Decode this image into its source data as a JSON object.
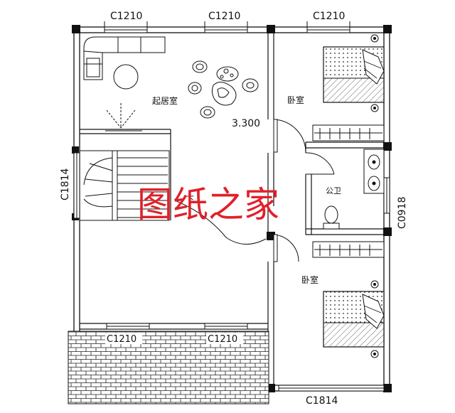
{
  "window_labels": {
    "top_left": "C1210",
    "top_middle": "C1210",
    "top_right": "C1210",
    "left_side": "C1814",
    "right_side": "C0918",
    "bottom_right": "C1814",
    "lower_left": "C1210",
    "lower_middle": "C1210"
  },
  "rooms": {
    "living": "起居室",
    "bedroom_top": "卧室",
    "bathroom": "公卫",
    "bedroom_bottom": "卧室"
  },
  "elevation": "3.300",
  "stair_direction": "下",
  "watermark": "图纸之家",
  "colors": {
    "line": "#111111",
    "watermark": "#e0202a"
  }
}
